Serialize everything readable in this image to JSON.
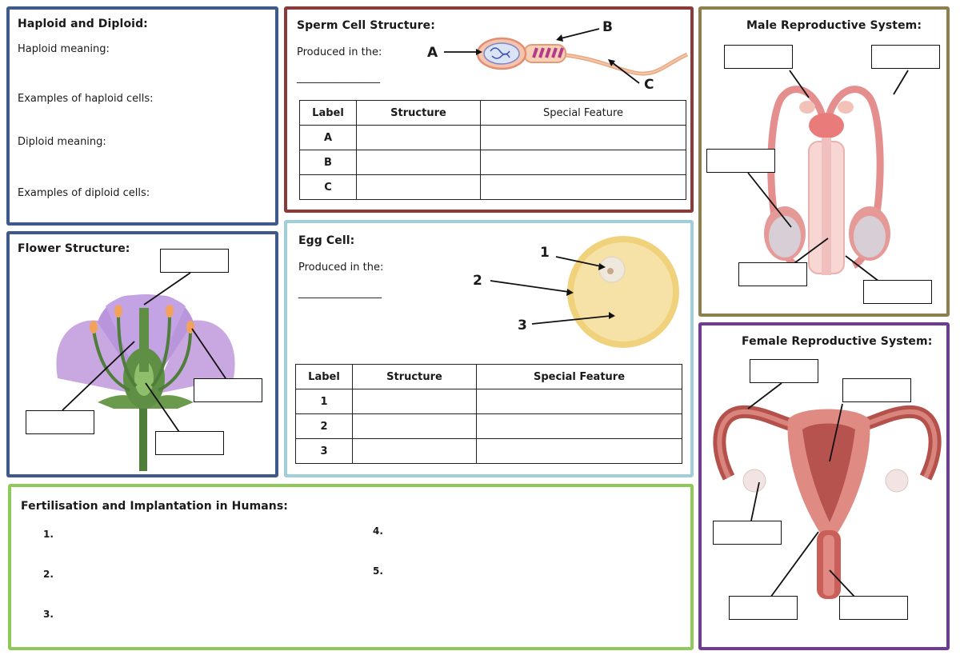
{
  "colors": {
    "haploid_border": "#3d5a8a",
    "sperm_border": "#8b3a3a",
    "male_border": "#8c7f4b",
    "flower_border": "#3d5a8a",
    "egg_border": "#9fcfdb",
    "female_border": "#6f3b98",
    "fert_border": "#8fc95a"
  },
  "haploid": {
    "title": "Haploid and Diploid:",
    "haploid_meaning": "Haploid meaning:",
    "haploid_examples": "Examples of haploid cells:",
    "diploid_meaning": "Diploid meaning:",
    "diploid_examples": "Examples of diploid cells:"
  },
  "sperm": {
    "title": "Sperm Cell Structure:",
    "produced": "Produced in the:",
    "blank": "________________",
    "labels": {
      "a": "A",
      "b": "B",
      "c": "C"
    },
    "table": {
      "headers": [
        "Label",
        "Structure",
        "Special Feature"
      ],
      "rows": [
        "A",
        "B",
        "C"
      ]
    }
  },
  "male": {
    "title": "Male Reproductive System:"
  },
  "flower": {
    "title": "Flower Structure:"
  },
  "egg": {
    "title": "Egg Cell:",
    "produced": "Produced in the:",
    "blank": "________________",
    "labels": {
      "one": "1",
      "two": "2",
      "three": "3"
    },
    "table": {
      "headers": [
        "Label",
        "Structure",
        "Special Feature"
      ],
      "rows": [
        "1",
        "2",
        "3"
      ]
    }
  },
  "female": {
    "title": "Female Reproductive System:"
  },
  "fert": {
    "title": "Fertilisation and Implantation in Humans:",
    "items": [
      "1.",
      "2.",
      "3.",
      "4.",
      "5."
    ]
  }
}
